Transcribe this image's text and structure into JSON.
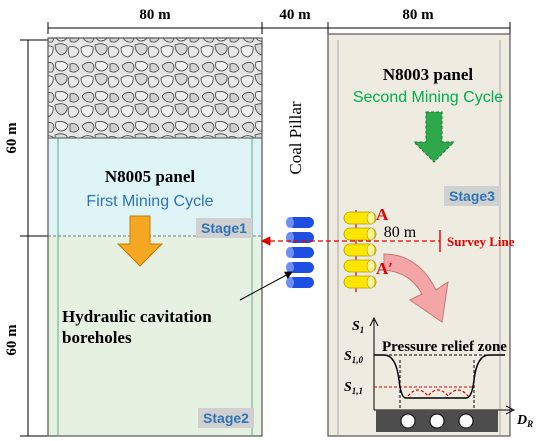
{
  "dimensions": {
    "left_width": "80 m",
    "pillar_width": "40 m",
    "right_width": "80 m",
    "upper_height": "60 m",
    "lower_height": "60 m",
    "survey_distance": "80 m"
  },
  "left_panel": {
    "name": "N8005 panel",
    "cycle": "First Mining Cycle",
    "stage_upper": "Stage1",
    "stage_lower": "Stage2"
  },
  "pillar": {
    "label": "Coal Pillar"
  },
  "right_panel": {
    "name": "N8003 panel",
    "cycle": "Second Mining Cycle",
    "stage": "Stage3"
  },
  "boreholes": {
    "label_line1": "Hydraulic cavitation",
    "label_line2": "boreholes"
  },
  "survey": {
    "label": "Survey Line",
    "point_a": "A",
    "point_a_prime": "A′"
  },
  "inset": {
    "title": "Pressure relief zone",
    "y_axis": "S",
    "y_axis_sub": "1",
    "level_high": "S",
    "level_high_sub": "1,0",
    "level_low": "S",
    "level_low_sub": "1,1",
    "x_axis": "D",
    "x_axis_sub": "R"
  },
  "colors": {
    "first_cycle_text": "#2e75b6",
    "second_cycle_text": "#00b050",
    "stage_text": "#2e75b6",
    "survey_red": "#e00000",
    "borehole_blue": "#1f4fe0",
    "borehole_yellow": "#ffe600",
    "arrow_orange": "#f5a623",
    "arrow_green": "#2ea84a",
    "arrow_pink": "#f4a6a6"
  }
}
